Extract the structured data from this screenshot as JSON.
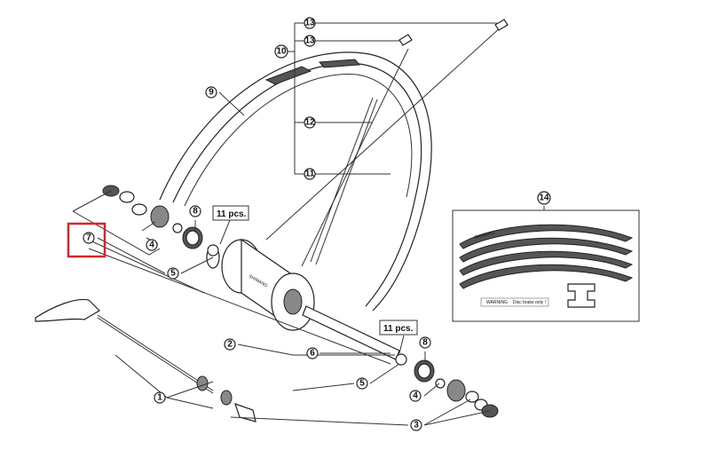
{
  "diagram": {
    "callouts": {
      "c1": "1",
      "c2": "2",
      "c3": "3",
      "c4a": "4",
      "c4b": "4",
      "c5a": "5",
      "c5b": "5",
      "c6": "6",
      "c7": "7",
      "c8a": "8",
      "c8b": "8",
      "c9": "9",
      "c10": "10",
      "c11": "11",
      "c12": "12",
      "c13a": "13",
      "c13b": "13",
      "c14": "14"
    },
    "quantity_labels": [
      "11 pcs.",
      "11 pcs."
    ],
    "decal": {
      "brand": "SHIMANO",
      "warning": "WARNING",
      "note": "Disc brake only !"
    },
    "highlight": {
      "target": "7",
      "color": "#d9232a"
    }
  }
}
